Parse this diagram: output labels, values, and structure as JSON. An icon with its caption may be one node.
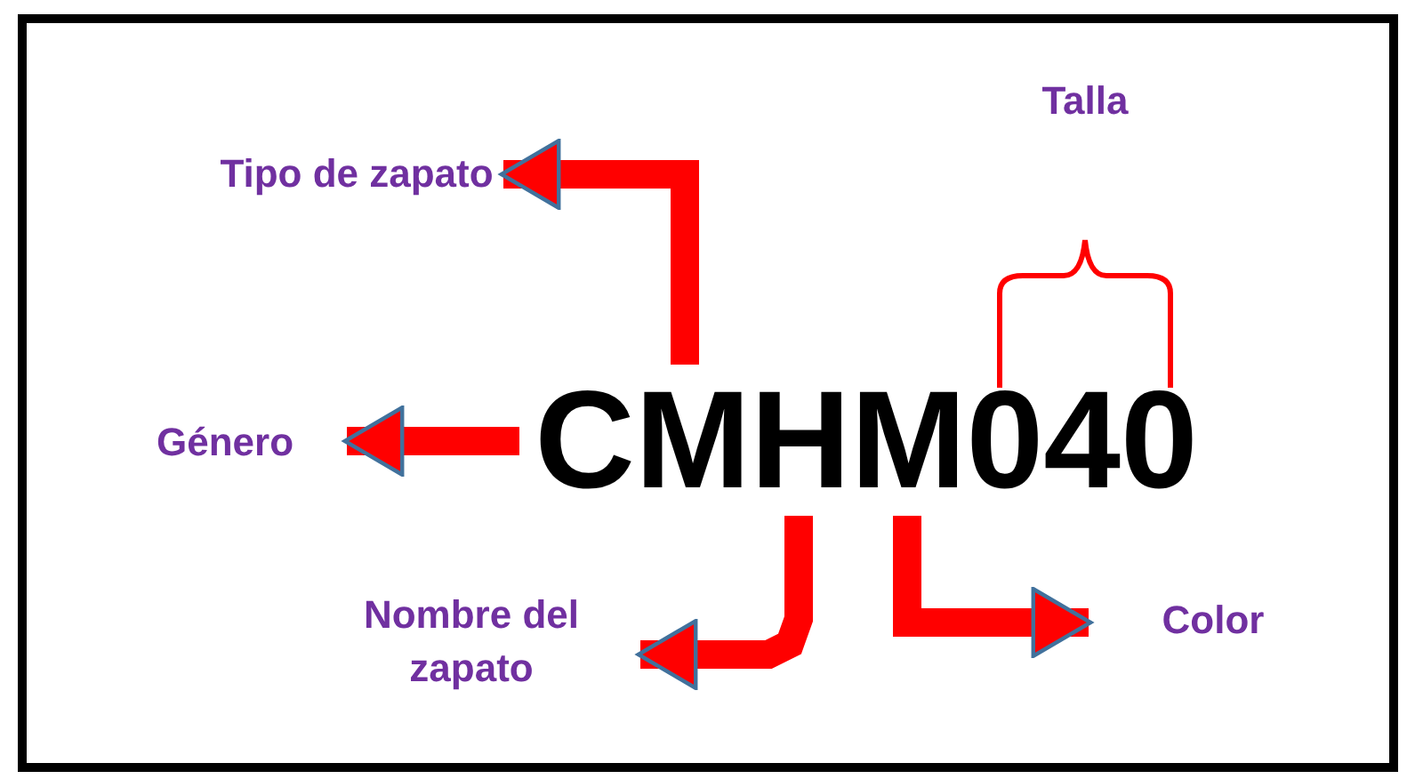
{
  "diagram": {
    "nodes": [
      {
        "text": [
          "CMHM040"
        ]
      },
      {
        "text": [
          "Tipo de zapato"
        ]
      },
      {
        "text": [
          "Género"
        ]
      },
      {
        "text": [
          "Nombre del zapato"
        ]
      },
      {
        "text": [
          "Color"
        ]
      }
    ],
    "edges": [
      {
        "from": 0,
        "to": 1,
        "arrow": "to"
      },
      {
        "from": 0,
        "to": 2,
        "arrow": "to"
      },
      {
        "from": 0,
        "to": 3,
        "arrow": "to"
      },
      {
        "from": 0,
        "to": 4,
        "arrow": "to"
      }
    ],
    "labels": [
      "Talla"
    ]
  }
}
